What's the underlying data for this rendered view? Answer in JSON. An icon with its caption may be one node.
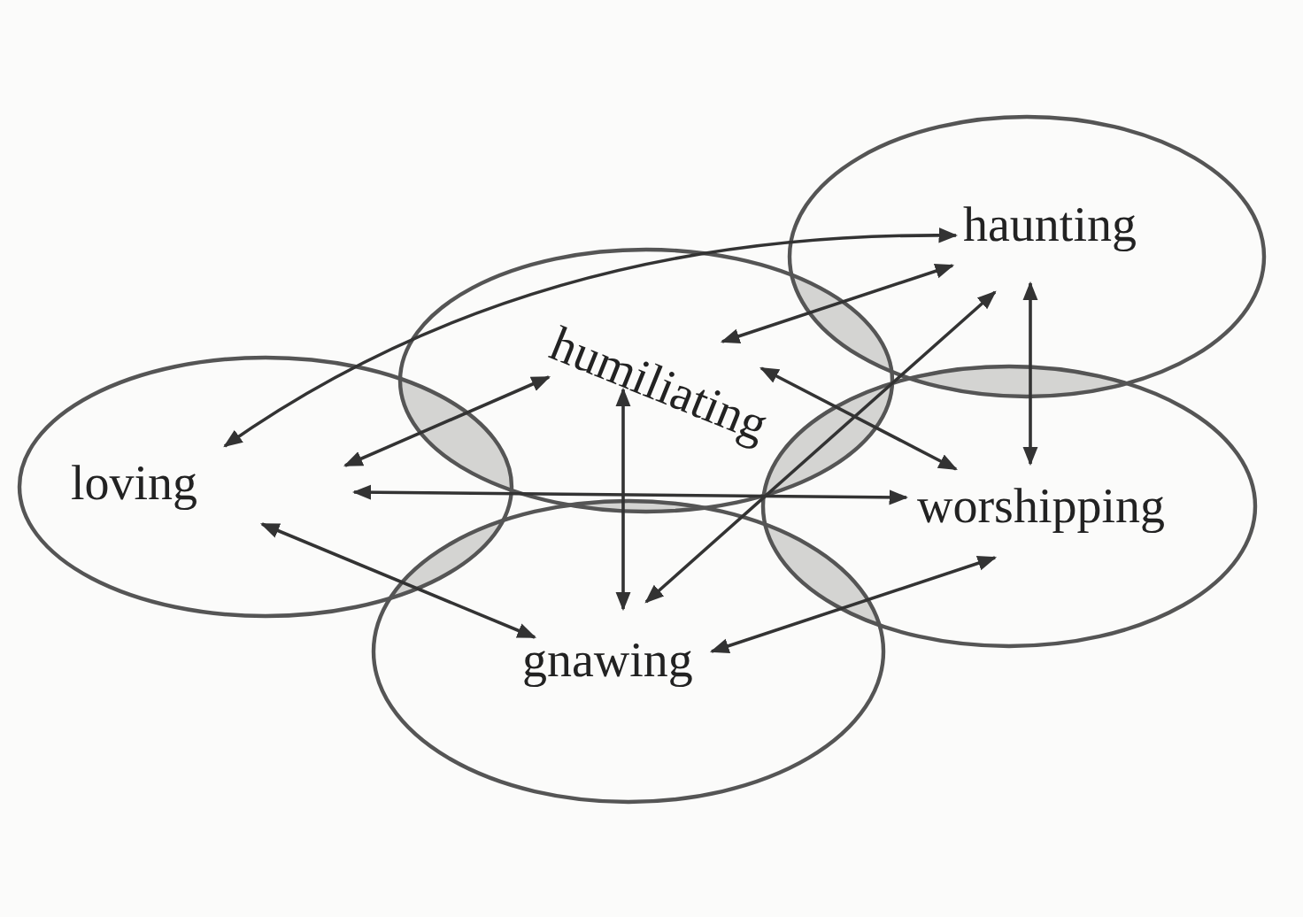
{
  "diagram": {
    "nodes": [
      {
        "text": [
          "haunting"
        ]
      },
      {
        "text": [
          "humiliating"
        ]
      },
      {
        "text": [
          "loving"
        ]
      },
      {
        "text": [
          "worshipping"
        ]
      },
      {
        "text": [
          "gnawing"
        ]
      }
    ],
    "edges": [
      {
        "from": 2,
        "to": 0,
        "arrow": "both"
      },
      {
        "from": 2,
        "to": 1,
        "arrow": "both"
      },
      {
        "from": 2,
        "to": 3,
        "arrow": "both"
      },
      {
        "from": 2,
        "to": 4,
        "arrow": "both"
      },
      {
        "from": 1,
        "to": 4,
        "arrow": "both"
      },
      {
        "from": 1,
        "to": 0,
        "arrow": "both"
      },
      {
        "from": 1,
        "to": 3,
        "arrow": "both"
      },
      {
        "from": 0,
        "to": 4,
        "arrow": "both"
      },
      {
        "from": 4,
        "to": 3,
        "arrow": "both"
      },
      {
        "from": 0,
        "to": 3,
        "arrow": "both"
      }
    ]
  }
}
